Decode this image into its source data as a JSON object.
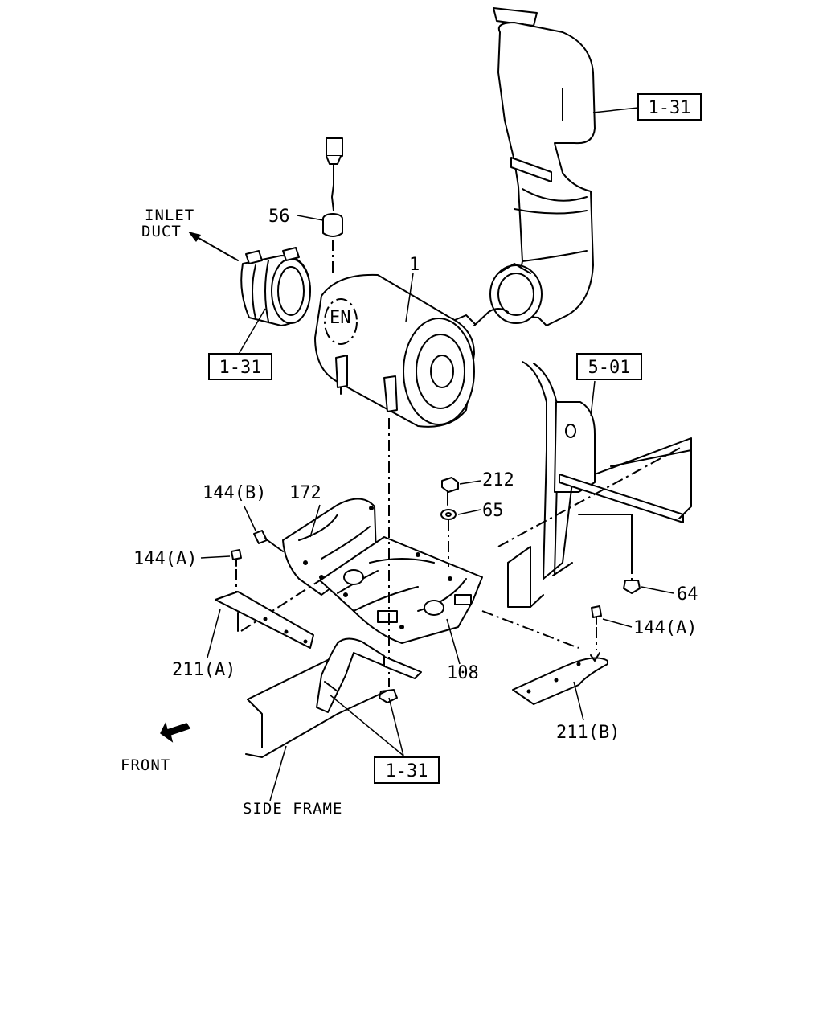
{
  "part_labels": {
    "p1": "1",
    "p56": "56",
    "p172": "172",
    "p144b": "144(B)",
    "p144a_left": "144(A)",
    "p144a_right": "144(A)",
    "p212": "212",
    "p65": "65",
    "p64": "64",
    "p108": "108",
    "p211a": "211(A)",
    "p211b": "211(B)"
  },
  "references": {
    "ref_top_right": "1-31",
    "ref_left": "1-31",
    "ref_bottom": "1-31",
    "ref_frame": "5-01"
  },
  "captions": {
    "inlet_line1": "INLET",
    "inlet_line2": "DUCT",
    "front": "FRONT",
    "side_frame": "SIDE FRAME"
  }
}
